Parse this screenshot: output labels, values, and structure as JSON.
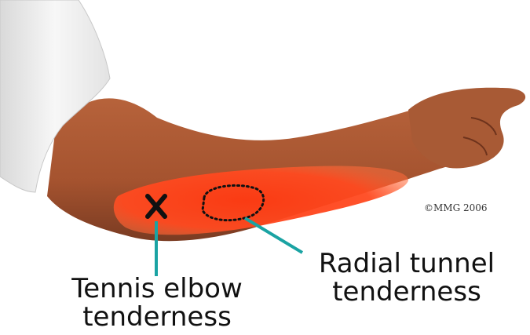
{
  "labels": {
    "tennis_elbow_line1": "Tennis elbow",
    "tennis_elbow_line2": "tenderness",
    "radial_tunnel_line1": "Radial tunnel",
    "radial_tunnel_line2": "tenderness",
    "copyright": "©MMG 2006",
    "marker": "X"
  },
  "colors": {
    "skin": "#a5532f",
    "skin_shadow": "#7a3b22",
    "highlight_red": "#ff3a12",
    "sleeve": "#f2f2f2",
    "leader_line": "#1aa3a3",
    "text": "#111111"
  },
  "icons": {
    "tennis_elbow_marker": "x-mark-icon",
    "radial_tunnel_marker": "dotted-oval-icon"
  }
}
